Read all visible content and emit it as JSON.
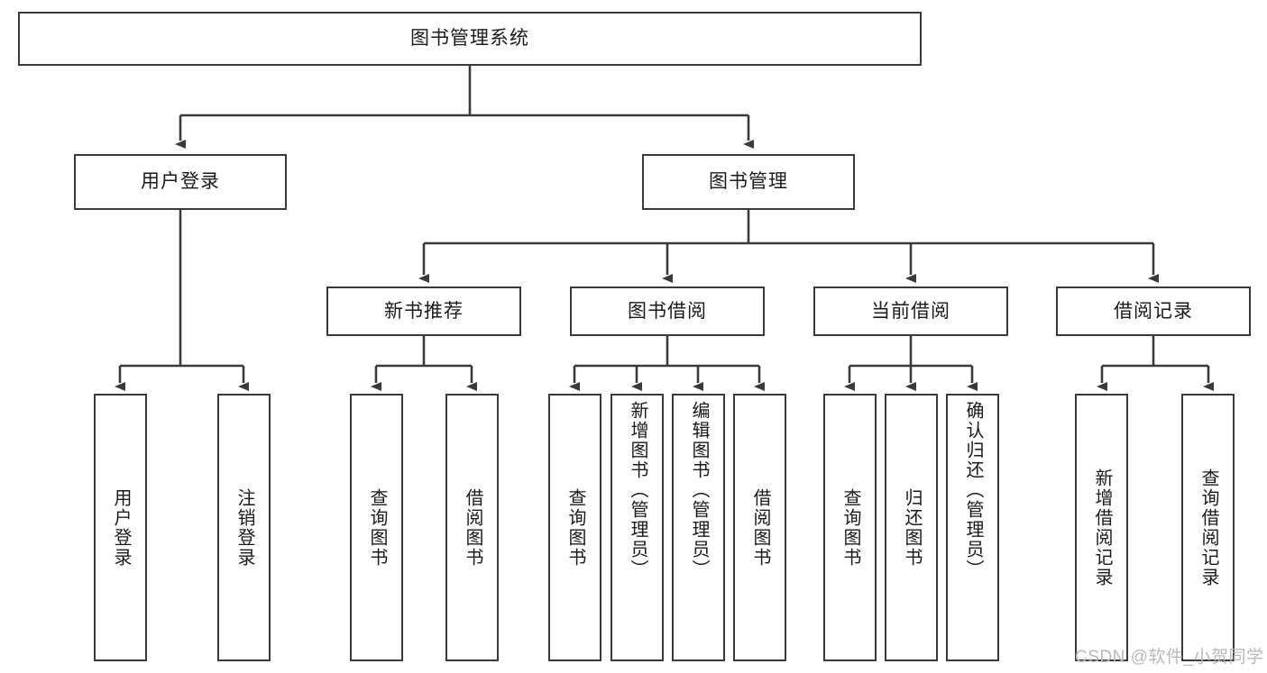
{
  "diagram": {
    "title": "图书管理系统",
    "type": "tree-hierarchy",
    "levels": 4,
    "root": {
      "label": "图书管理系统"
    },
    "level1": [
      {
        "label": "用户登录"
      },
      {
        "label": "图书管理"
      }
    ],
    "level2": [
      {
        "label": "新书推荐"
      },
      {
        "label": "图书借阅"
      },
      {
        "label": "当前借阅"
      },
      {
        "label": "借阅记录"
      }
    ],
    "leaves": {
      "user_login": [
        {
          "label": "用户登录"
        },
        {
          "label": "注销登录"
        }
      ],
      "new_book_recommend": [
        {
          "label": "查询图书"
        },
        {
          "label": "借阅图书"
        }
      ],
      "book_borrow": [
        {
          "label": "查询图书"
        },
        {
          "label": "新增图书（管理员）"
        },
        {
          "label": "编辑图书（管理员）"
        },
        {
          "label": "借阅图书"
        }
      ],
      "current_borrow": [
        {
          "label": "查询图书"
        },
        {
          "label": "归还图书"
        },
        {
          "label": "确认归还（管理员）"
        }
      ],
      "borrow_record": [
        {
          "label": "新增借阅记录"
        },
        {
          "label": "查询借阅记录"
        }
      ]
    }
  },
  "watermark": {
    "text": "CSDN @软件_小贺同学"
  },
  "colors": {
    "border": "#3a3a3a",
    "background": "#ffffff",
    "text": "#1a1a1a",
    "watermark": "#b9b9b9"
  }
}
